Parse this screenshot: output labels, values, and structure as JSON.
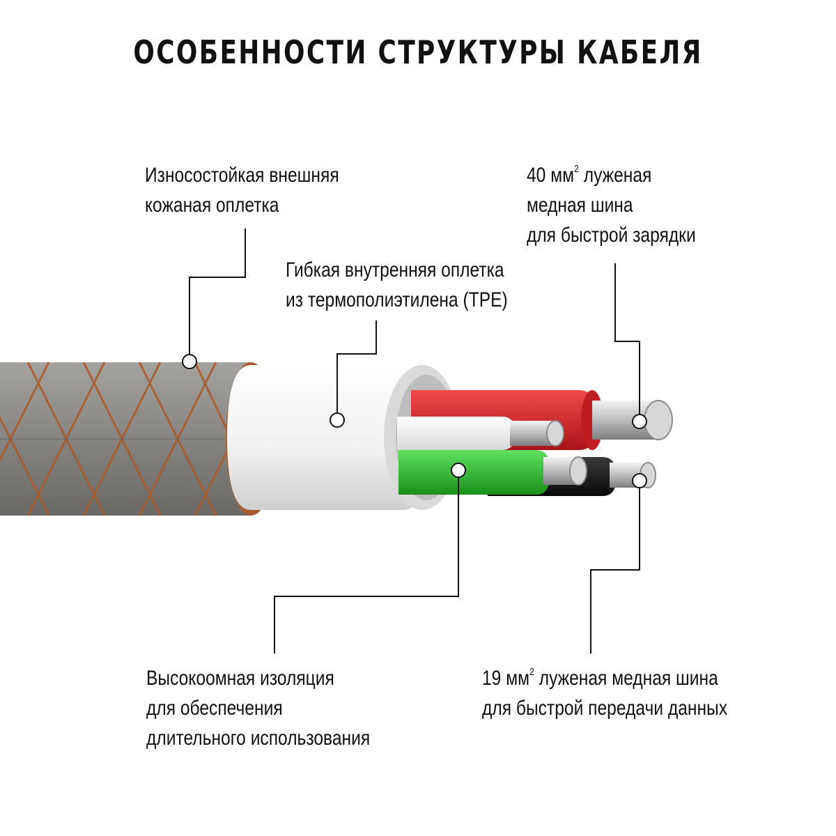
{
  "title": "ОСОБЕННОСТИ СТРУКТУРЫ КАБЕЛЯ",
  "labels": {
    "outer_braid": {
      "line1": "Износостойкая внешняя",
      "line2": "кожаная оплетка"
    },
    "inner_braid": {
      "line1": "Гибкая внутренняя оплетка",
      "line2": "из термополиэтилена (TPE)"
    },
    "power_bus": {
      "line1_num": "40 мм",
      "line1_sup": "2",
      "line1_rest": " луженая",
      "line2": "медная шина",
      "line3": "для быстрой зарядки"
    },
    "insulation": {
      "line1": "Высокоомная изоляция",
      "line2": "для обеспечения",
      "line3": "длительного использования"
    },
    "data_bus": {
      "line1_num": "19 мм",
      "line1_sup": "2",
      "line1_rest": " луженая медная шина",
      "line2": "для быстрой передачи данных"
    }
  },
  "colors": {
    "braid": "#8d8b87",
    "braid_edge": "#a85c2e",
    "tpe": "#f1f1f1",
    "wire_red": "#e0252a",
    "wire_white": "#f7f7f7",
    "wire_green": "#2ec72e",
    "wire_black": "#1b1b1b",
    "copper": "#c9c9cb"
  }
}
